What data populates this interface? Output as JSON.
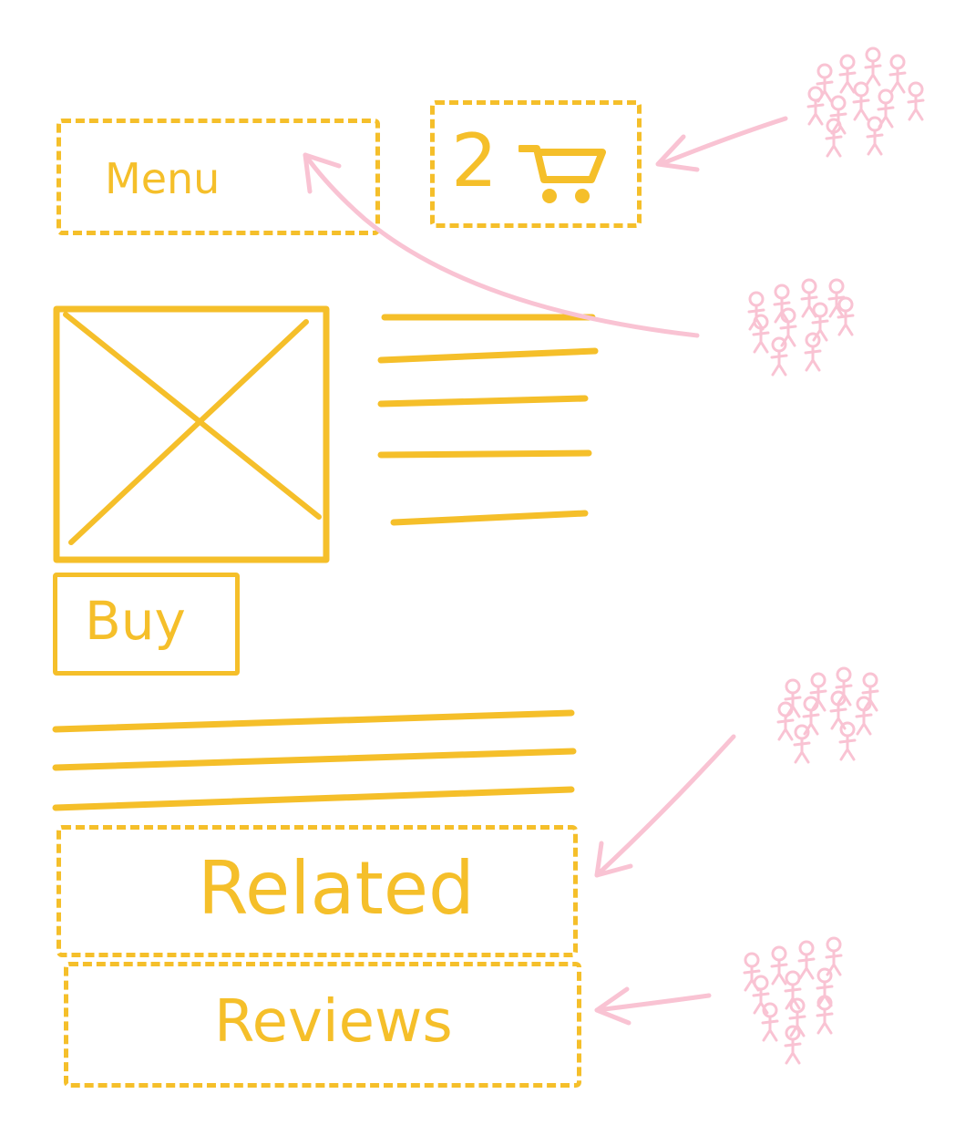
{
  "colors": {
    "wireframe": "#f5bf2a",
    "annotation": "#f9c3d3",
    "background": "#ffffff"
  },
  "header": {
    "menu_label": "Menu",
    "cart_count": "2",
    "cart_icon": "shopping-cart-icon"
  },
  "product": {
    "image_placeholder": "image-placeholder-icon",
    "description_lines": 5,
    "buy_label": "Buy",
    "details_lines": 3
  },
  "sections": {
    "related_label": "Related",
    "reviews_label": "Reviews"
  },
  "annotations": {
    "user_groups": [
      {
        "target": "cart",
        "icon": "user-group-icon",
        "people": 11
      },
      {
        "target": "menu",
        "icon": "user-group-icon",
        "people": 10
      },
      {
        "target": "related",
        "icon": "user-group-icon",
        "people": 10
      },
      {
        "target": "reviews",
        "icon": "user-group-icon",
        "people": 11
      }
    ]
  }
}
